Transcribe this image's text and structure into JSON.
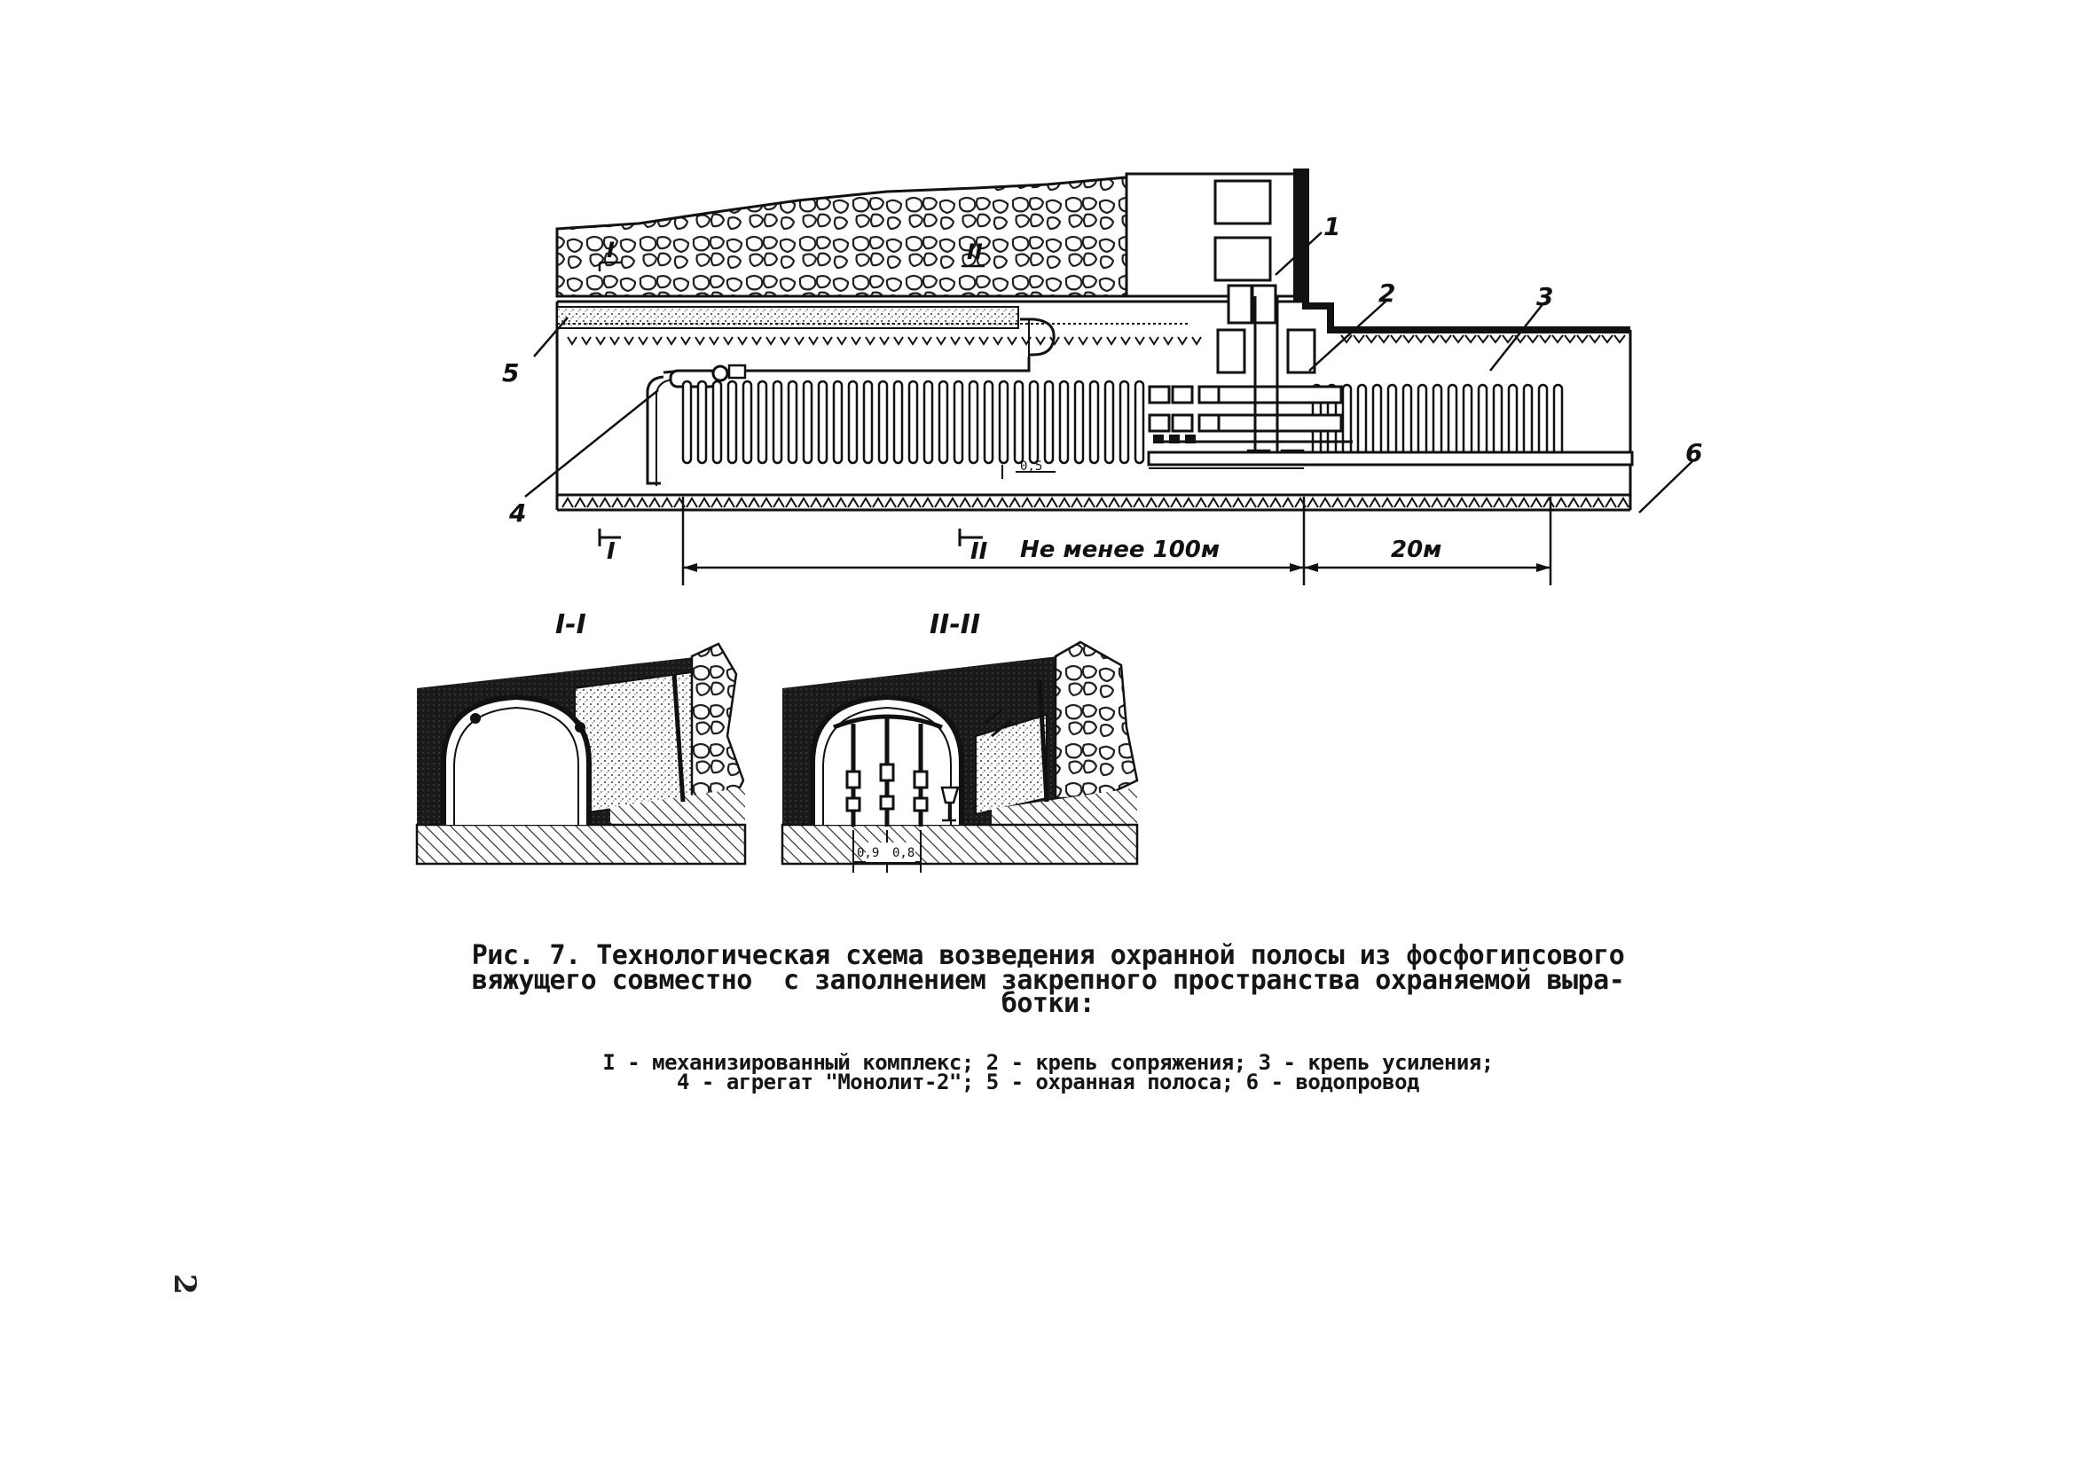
{
  "diagram": {
    "callouts": [
      "1",
      "2",
      "3",
      "4",
      "5",
      "6"
    ],
    "section_marks": {
      "first": "I",
      "second": "II"
    },
    "dimensions": {
      "span_main": "Не менее 100м",
      "span_short": "20м",
      "small_gap": "0,5",
      "pillar_a": "0,9",
      "pillar_b": "0,8"
    },
    "section_titles": [
      "I-I",
      "II-II"
    ]
  },
  "caption": {
    "line1": "Рис. 7. Технологическая схема возведения охранной полосы из фосфогипсового",
    "line2": "вяжущего совместно  с заполнением закрепного пространства охраняемой выра-",
    "line3": "ботки:",
    "legend1": "I - механизированный комплекс; 2 - крепь сопряжения; 3 - крепь усиления;",
    "legend2": "4 - агрегат \"Монолит-2\"; 5 - охранная полоса; 6 - водопровод"
  },
  "page_number": "2"
}
